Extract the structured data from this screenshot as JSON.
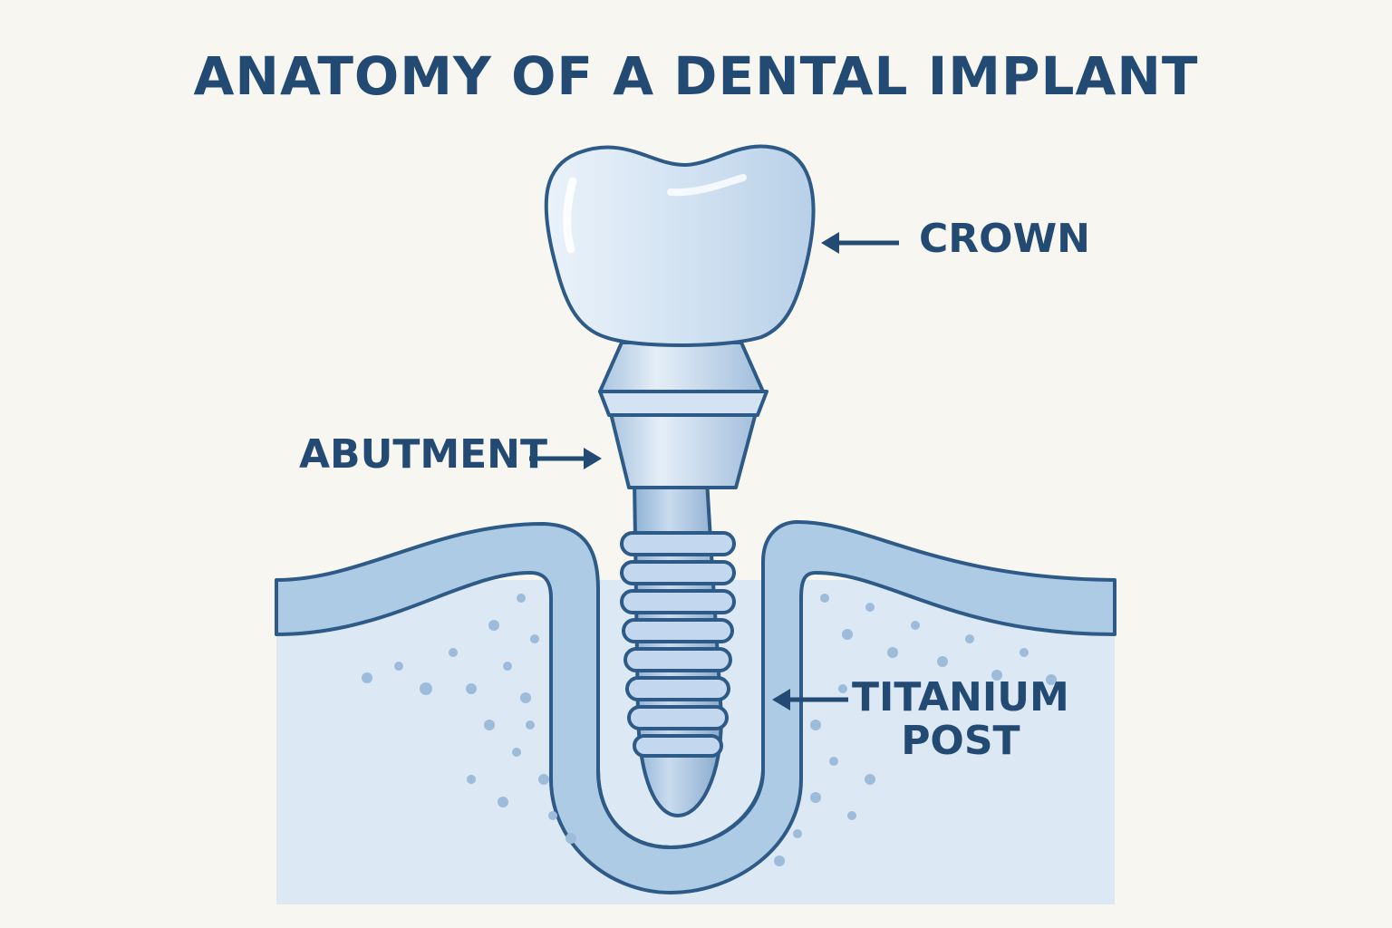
{
  "title": "ANATOMY OF A DENTAL IMPLANT",
  "labels": {
    "crown": "CROWN",
    "abutment": "ABUTMENT",
    "post_line1": "TITANIUM",
    "post_line2": "POST"
  },
  "colors": {
    "background": "#f7f6f1",
    "ink": "#234a72",
    "bone": "#dbe7f2",
    "gum": "#a9c6e2",
    "implant": "#c8dcef"
  }
}
